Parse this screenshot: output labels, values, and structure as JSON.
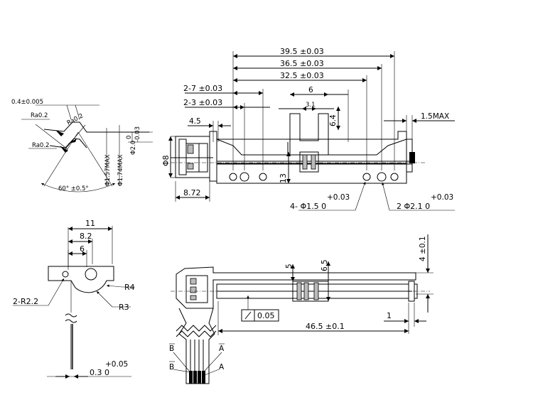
{
  "dimensions": {
    "len_39_5": "39.5 ±0.03",
    "len_36_5": "36.5 ±0.03",
    "len_32_5": "32.5 ±0.03",
    "hole_2_7": "2-7 ±0.03",
    "hole_2_3": "2-3 ±0.03",
    "w6": "6",
    "w3_1": "3.1",
    "w4_5": "4.5",
    "h6_4": "6.4",
    "max_1_5": "1.5MAX",
    "dia8": "Φ8",
    "len8_72": "8.72",
    "h13": "13",
    "holes4_1_5": "4- Φ1.5  0",
    "holes4_tol": "+0.03",
    "holes2_2_1": "2 Φ2.1  0",
    "holes2_tol": "+0.03",
    "d11": "11",
    "d8_2": "8.2",
    "d6": "6",
    "r4": "R4",
    "r3": "R3",
    "r2_2": "2-R2.2",
    "d0_3": "0.3  0",
    "d0_3_tol": "+0.05",
    "d5": "5",
    "d6_5": "6.5",
    "d4_0_1": "4 ±0.1",
    "d1": "1",
    "d46_5": "46.5 ±0.1",
    "flat_0_05": "0.05",
    "pin_b_bar": "B",
    "pin_b": "B",
    "pin_a_bar": "A",
    "pin_a": "A"
  },
  "gear": {
    "d0_4": "0.4±0.005",
    "ra_top": "Ra0.2",
    "ra_mid": "Ra0.2",
    "ra_left": "Ra0.2",
    "dia1_57": "Φ1.57MAX",
    "dia1_74": "Φ1.74MAX",
    "dia2": "Φ2.0",
    "dia2_tol_up": "0",
    "dia2_tol_dn": "-0.03",
    "angle": "60° ±0.5°"
  }
}
